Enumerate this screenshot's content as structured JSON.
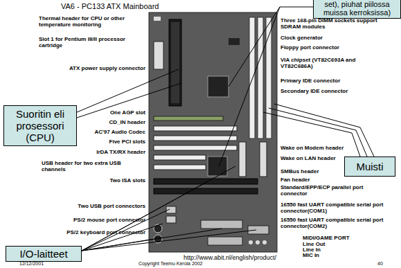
{
  "diagram": {
    "title": "VA6 - PC133 ATX Mainboard",
    "nodes": [
      {
        "text": [
          "set), piuhat piilossa muissa kerroksissa)"
        ]
      },
      {
        "text": [
          "Suoritin eli prosessori (CPU)"
        ]
      },
      {
        "text": [
          "Muisti"
        ]
      },
      {
        "text": [
          "I/O-laitteet"
        ]
      }
    ],
    "labels": [
      "Thermal header for CPU or other temperature monitoring",
      "Slot 1 for Pentium III/II processor cartridge",
      "ATX power supply connector",
      "One AGP slot",
      "CD_IN header",
      "AC'97 Audio Codec",
      "Five PCI slots",
      "IrDA TX/RX header",
      "USB header for two extra USB channels",
      "Two ISA slots",
      "Two USB port connectors",
      "PS/2 mouse port connector",
      "PS/2 keyboard port connector",
      "Three 168-pin DIMM sockets support SDRAM modules",
      "Clock generator",
      "Floppy port connector",
      "VIA chipset (VT82C693A and VT82C686A)",
      "Primary IDE connector",
      "Secondary IDE connector",
      "Wake on Modem header",
      "Wake on LAN header",
      "SMBus header",
      "Fan header",
      "Standard/EPP/ECP parallel port connector",
      "16550 fast UART compatible serial port connector(COM1)",
      "16550 fast UART compatible serial port connector(COM2)",
      "MIDI/GAME PORT",
      "Line Out",
      "Line In",
      "MIC In",
      "http://www.abit.nl/english/product/",
      "12/12/2001",
      "Copyright Teemu Kerola 2002",
      "40"
    ]
  }
}
